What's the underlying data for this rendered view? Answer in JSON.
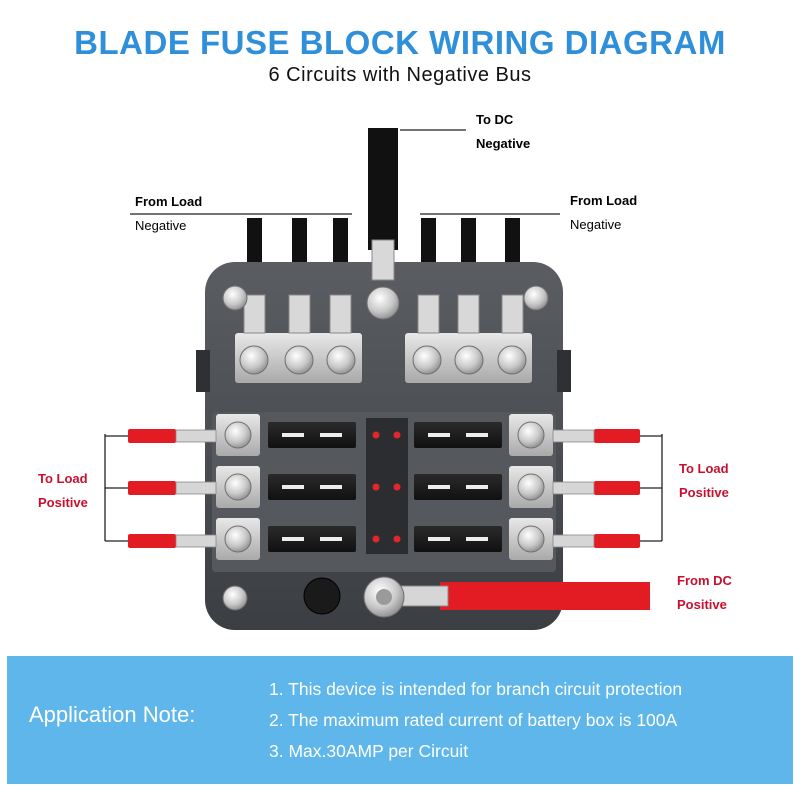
{
  "title": "BLADE FUSE BLOCK WIRING DIAGRAM",
  "subtitle": "6 Circuits with Negative Bus",
  "labels": {
    "to_dc_negative": {
      "line1": "To DC",
      "line2": "Negative"
    },
    "from_load_negative_left": {
      "line1": "From Load",
      "line2": "Negative"
    },
    "from_load_negative_right": {
      "line1": "From Load",
      "line2": "Negative"
    },
    "to_load_positive_left": {
      "line1": "To Load",
      "line2": "Positive"
    },
    "to_load_positive_right": {
      "line1": "To Load",
      "line2": "Positive"
    },
    "from_dc_positive": {
      "line1": "From DC",
      "line2": "Positive"
    }
  },
  "colors": {
    "title": "#2f8fd8",
    "note_background": "#5fb6ea",
    "positive_wire": "#e31b23",
    "negative_wire": "#111111",
    "housing": "#4a4d52",
    "label_red": "#c8102e"
  },
  "note": {
    "title": "Application Note:",
    "items": [
      "1. This device is intended for branch circuit protection",
      "2. The maximum rated current of battery box is 100A",
      "3. Max.30AMP  per Circuit"
    ]
  }
}
